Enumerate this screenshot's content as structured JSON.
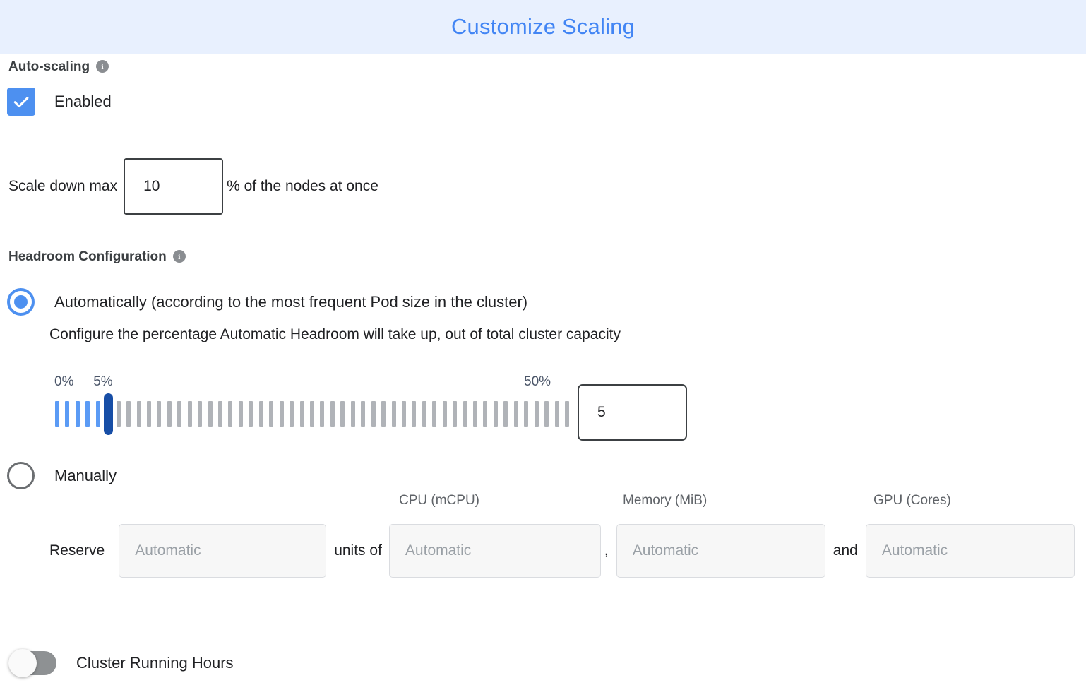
{
  "header": {
    "title": "Customize Scaling",
    "title_color": "#4285f4",
    "background_color": "#e8f0fe"
  },
  "autoscaling": {
    "section_label": "Auto-scaling",
    "info_glyph": "i",
    "enabled_label": "Enabled",
    "enabled_checked": true,
    "scale_down": {
      "prefix_label": "Scale down max",
      "value": "10",
      "suffix_label": "% of the nodes at once"
    }
  },
  "headroom": {
    "section_label": "Headroom Configuration",
    "info_glyph": "i",
    "mode": "automatically",
    "automatic": {
      "radio_label": "Automatically (according to the most frequent Pod size in the cluster)",
      "description": "Configure the percentage Automatic Headroom will take up, out of total cluster capacity",
      "selected": true,
      "slider": {
        "min_label": "0%",
        "max_label": "50%",
        "current_label": "5%",
        "min": 0,
        "max": 50,
        "value": 5,
        "tick_count": 51,
        "filled_color": "#5b9bf5",
        "empty_color": "#b0b3b8",
        "thumb_color": "#174ea6"
      },
      "value_input": "5"
    },
    "manual": {
      "radio_label": "Manually",
      "selected": false,
      "column_headers": [
        "CPU (mCPU)",
        "Memory (MiB)",
        "GPU (Cores)"
      ],
      "reserve_label": "Reserve",
      "separator_units_of": "units of",
      "separator_comma": ",",
      "separator_and": "and",
      "fields": [
        {
          "name": "units",
          "placeholder": "Automatic",
          "value": "",
          "disabled": true
        },
        {
          "name": "cpu",
          "placeholder": "Automatic",
          "value": "",
          "disabled": true
        },
        {
          "name": "memory",
          "placeholder": "Automatic",
          "value": "",
          "disabled": true
        },
        {
          "name": "gpu",
          "placeholder": "Automatic",
          "value": "",
          "disabled": true
        }
      ]
    }
  },
  "cluster_running_hours": {
    "label": "Cluster Running Hours",
    "enabled": false
  }
}
